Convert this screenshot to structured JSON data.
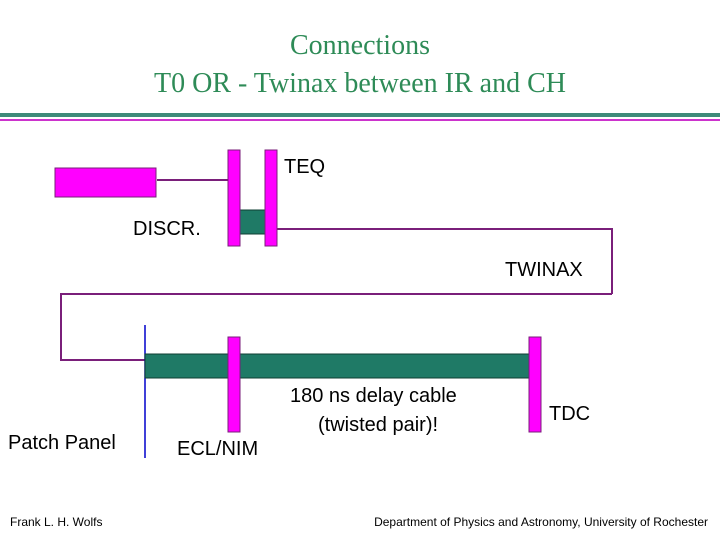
{
  "title": {
    "line1": "Connections",
    "line2": "T0 OR - Twinax between IR and CH"
  },
  "labels": {
    "teq": "TEQ",
    "discr": "DISCR.",
    "twinax": "TWINAX",
    "delay_cable_line1": "180 ns delay cable",
    "delay_cable_line2": "(twisted pair)!",
    "tdc": "TDC",
    "patch_panel": "Patch Panel",
    "ecl_nim": "ECL/NIM"
  },
  "footer": {
    "left": "Frank L. H. Wolfs",
    "right": "Department of Physics and Astronomy, University of Rochester"
  },
  "colors": {
    "title": "#2e8b57",
    "magenta": "#ff00ff",
    "teal": "#1f7a66",
    "wire": "#7a1f7a",
    "panel_line": "#0000cc",
    "rule_teal": "#3f8a7a",
    "rule_magenta": "#cc33cc"
  }
}
